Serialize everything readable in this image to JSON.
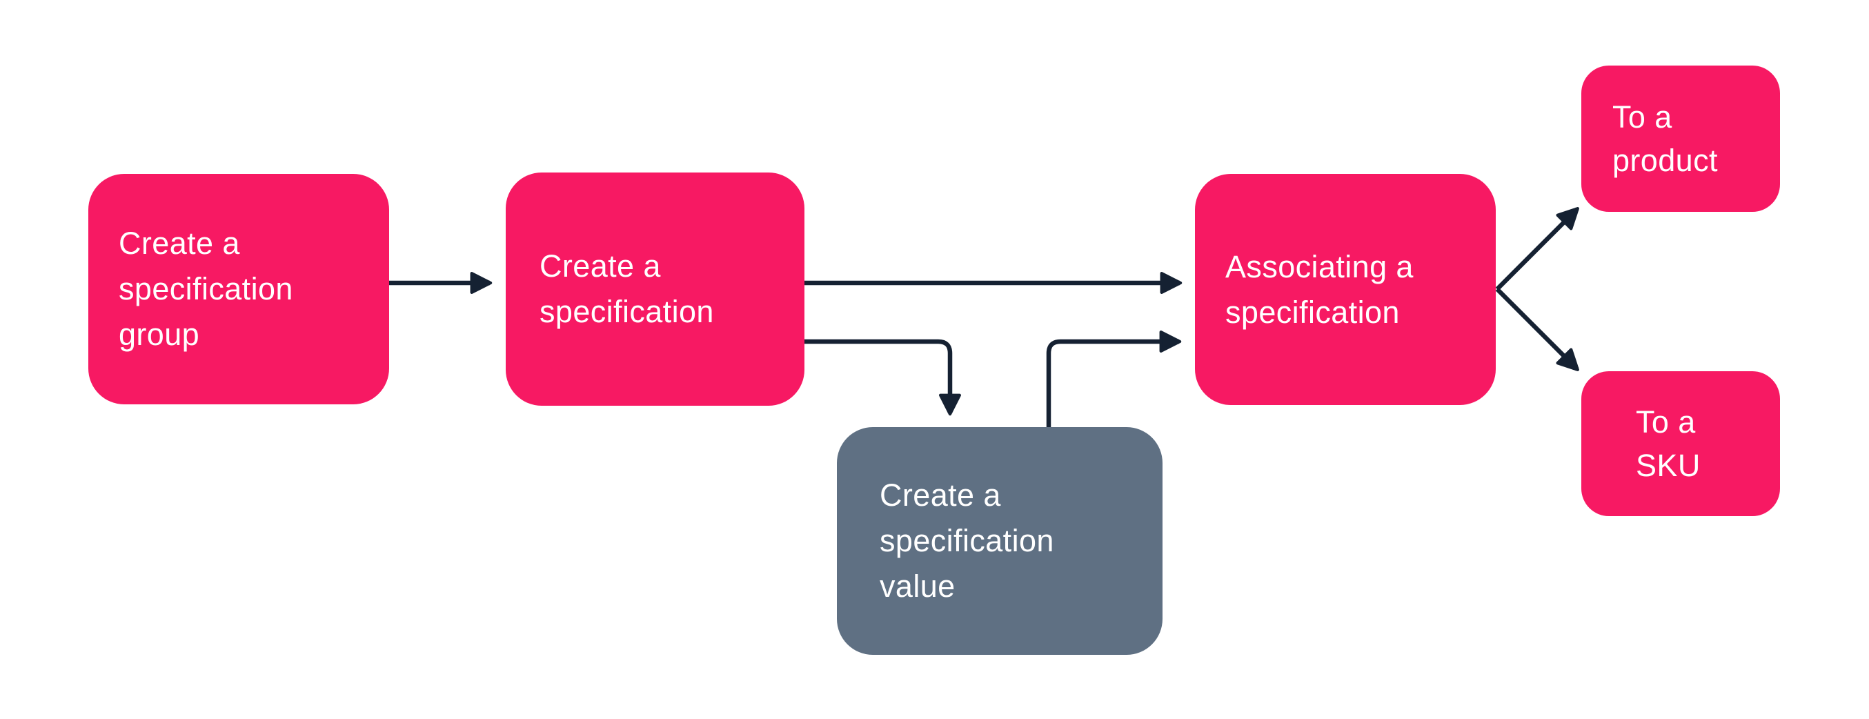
{
  "diagram": {
    "nodes": [
      {
        "id": "create-specification-group",
        "label": "Create a\nspecification\ngroup",
        "color": "pink"
      },
      {
        "id": "create-specification",
        "label": "Create a\nspecification",
        "color": "pink"
      },
      {
        "id": "create-specification-value",
        "label": "Create a\nspecification\nvalue",
        "color": "slate"
      },
      {
        "id": "associating-specification",
        "label": "Associating a\nspecification",
        "color": "pink"
      },
      {
        "id": "to-a-product",
        "label": "To a\nproduct",
        "color": "pink"
      },
      {
        "id": "to-a-sku",
        "label": "To a\nSKU",
        "color": "pink"
      }
    ],
    "edges": [
      {
        "from": "Create a specification group",
        "to": "Create a specification",
        "style": "straight"
      },
      {
        "from": "Create a specification",
        "to": "Associating a specification",
        "style": "straight"
      },
      {
        "from": "Create a specification",
        "to": "Create a specification value",
        "style": "elbow-down"
      },
      {
        "from": "Create a specification value",
        "to": "Associating a specification",
        "style": "elbow-up"
      },
      {
        "from": "Associating a specification",
        "to": "To a product",
        "style": "diagonal-up"
      },
      {
        "from": "Associating a specification",
        "to": "To a SKU",
        "style": "diagonal-down"
      }
    ]
  },
  "colors": {
    "node_pink": "#F71963",
    "node_slate": "#5F7083",
    "arrow": "#152132",
    "label_text": "#FFFFFF",
    "background": "#FFFFFF"
  }
}
